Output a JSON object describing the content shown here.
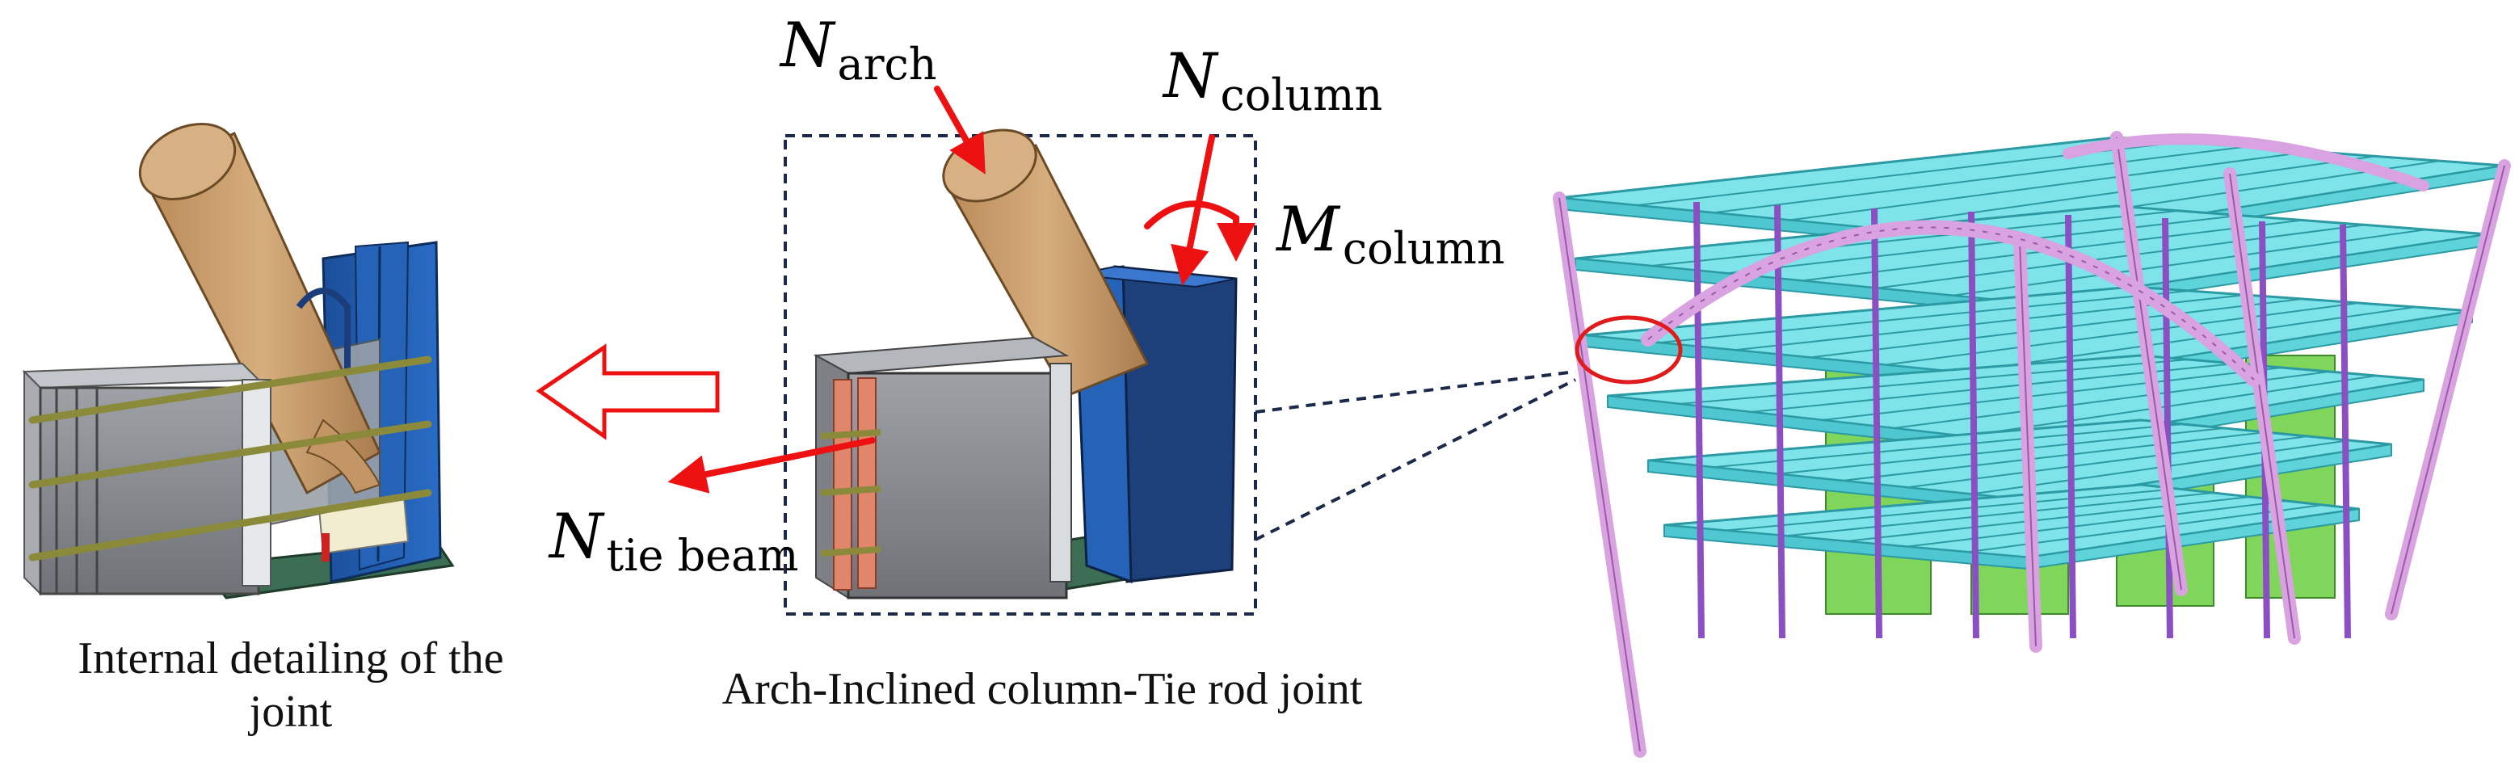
{
  "labels": {
    "n_arch": {
      "main": "N",
      "sub": "arch"
    },
    "n_column": {
      "main": "N",
      "sub": "column"
    },
    "m_column": {
      "main": "M",
      "sub": "column"
    },
    "n_tie_beam": {
      "main": "N",
      "sub": "tie beam"
    }
  },
  "captions": {
    "internal_detailing": "Internal detailing of the joint",
    "joint_name": "Arch-Inclined column-Tie rod joint"
  },
  "colors": {
    "force_arrow": "#ee1111",
    "callout_dash": "#1b2a4a",
    "arch_tan": "#c9a070",
    "column_blue": "#1a56a8",
    "base_green": "#3b6e52",
    "girder_grey": "#8d9196",
    "steel_slab_cyan": "#7fe3ea",
    "core_green": "#7fd65a",
    "arch_violet": "#d9a2e0",
    "roof_purple": "#8a4fc0"
  }
}
